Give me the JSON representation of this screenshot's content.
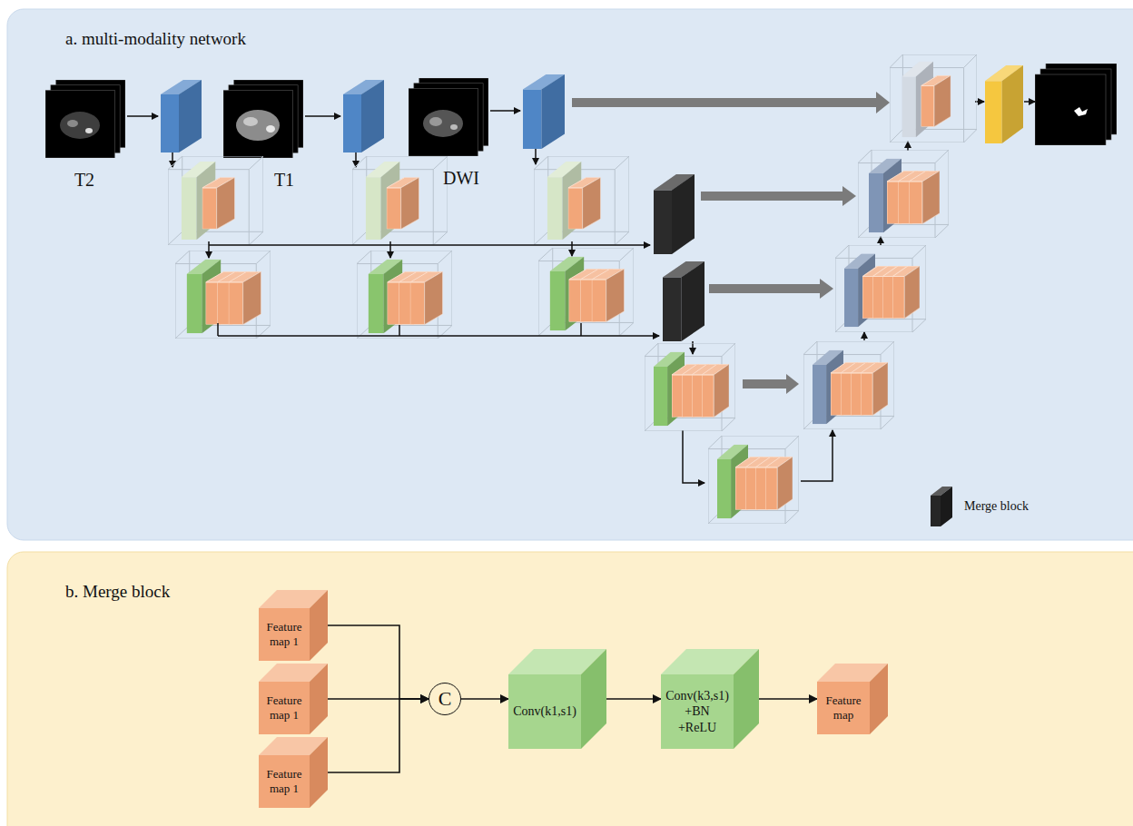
{
  "diagram": {
    "nodes": [
      {
        "text": [
          "a. multi-modality network"
        ]
      },
      {
        "text": [
          "b. Merge block"
        ]
      },
      {
        "text": [
          "Feature map 1"
        ],
        "in": 1
      },
      {
        "text": [
          "Feature map 1"
        ],
        "in": 1
      },
      {
        "text": [
          "Feature map 1"
        ],
        "in": 1
      },
      {
        "text": [
          "C"
        ],
        "in": 1
      },
      {
        "text": [
          "Conv(k1,s1)"
        ],
        "in": 1
      },
      {
        "text": [
          "Conv(k3,s1) +BN +ReLU"
        ],
        "in": 1
      },
      {
        "text": [
          "Feature map"
        ],
        "in": 1
      }
    ],
    "edges": [
      {
        "from": 2,
        "to": 5,
        "arrow": "to"
      },
      {
        "from": 3,
        "to": 5,
        "arrow": "to"
      },
      {
        "from": 4,
        "to": 5,
        "arrow": "to"
      },
      {
        "from": 5,
        "to": 6,
        "arrow": "to"
      },
      {
        "from": 6,
        "to": 7,
        "arrow": "to"
      },
      {
        "from": 7,
        "to": 8,
        "arrow": "to"
      }
    ],
    "labels": [
      "T2",
      "T1",
      "DWI"
    ],
    "legend": [
      {
        "text": "Merge block",
        "color": "#262626"
      }
    ]
  }
}
